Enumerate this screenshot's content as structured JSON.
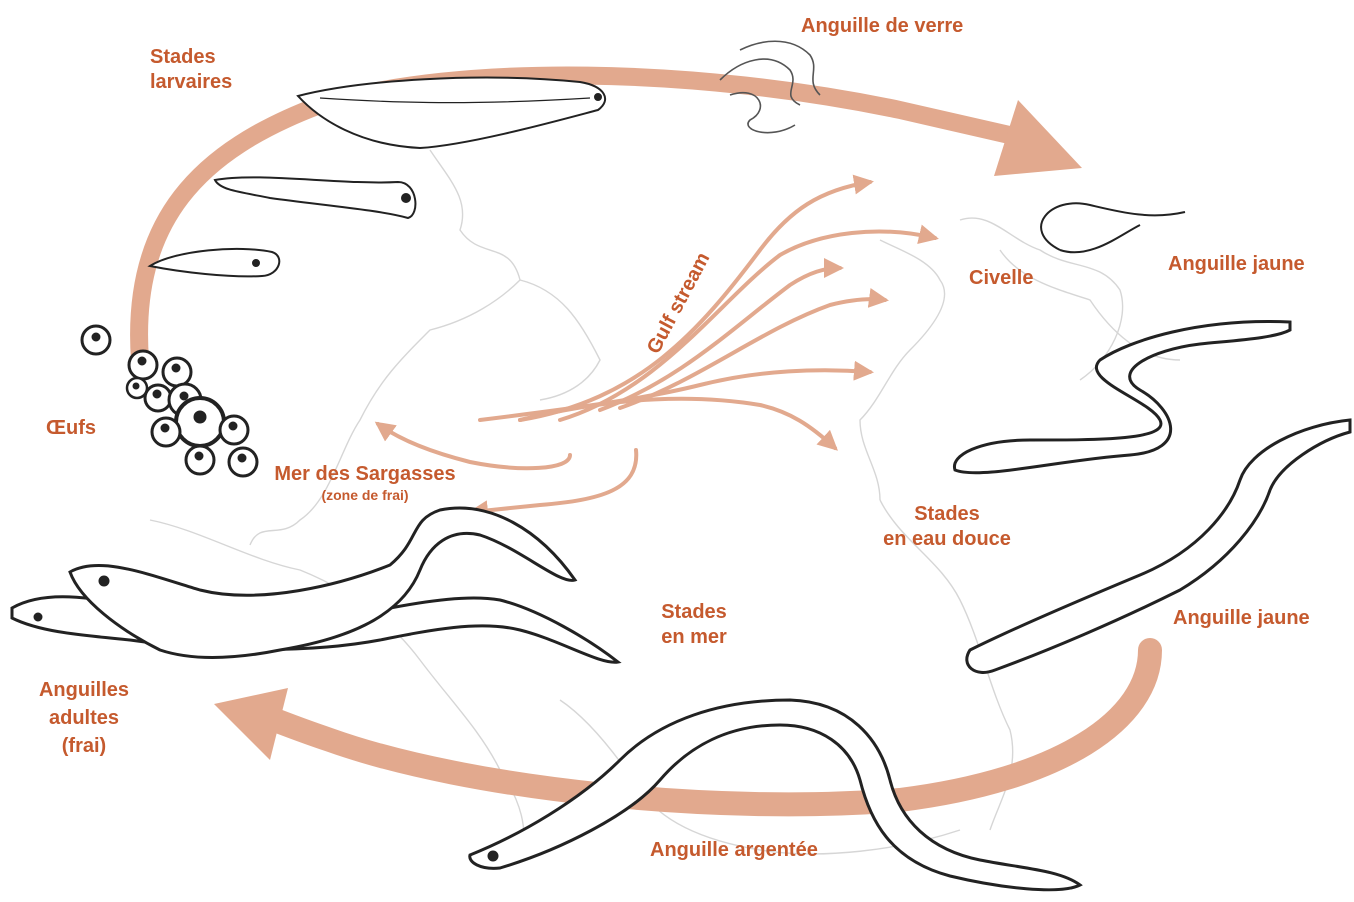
{
  "labels": {
    "stades_larvaires": [
      "Stades",
      "larvaires"
    ],
    "anguille_de_verre": "Anguille de verre",
    "anguille_jaune_1": "Anguille jaune",
    "anguille_jaune_2": "Anguille jaune",
    "civelle": "Civelle",
    "oeufs": "Œufs",
    "mer_des_sargasses": "Mer des Sargasses",
    "zone_de_frai": "(zone de frai)",
    "gulf_stream": "Gulf stream",
    "stades_eau_douce": [
      "Stades",
      "en eau douce"
    ],
    "stades_en_mer": [
      "Stades",
      "en mer"
    ],
    "anguilles_adultes": [
      "Anguilles",
      "adultes",
      "(frai)"
    ],
    "anguille_argentee": "Anguille argentée"
  },
  "colors": {
    "label": "#c55a2e",
    "arrow": "#e2a98e",
    "map": "#d5d5d5",
    "ink": "#222222"
  },
  "icons": [
    "egg-icon",
    "larva-icon",
    "glass-eel-icon",
    "yellow-eel-icon",
    "silver-eel-icon",
    "adult-eel-icon",
    "cycle-arrow-icon"
  ]
}
